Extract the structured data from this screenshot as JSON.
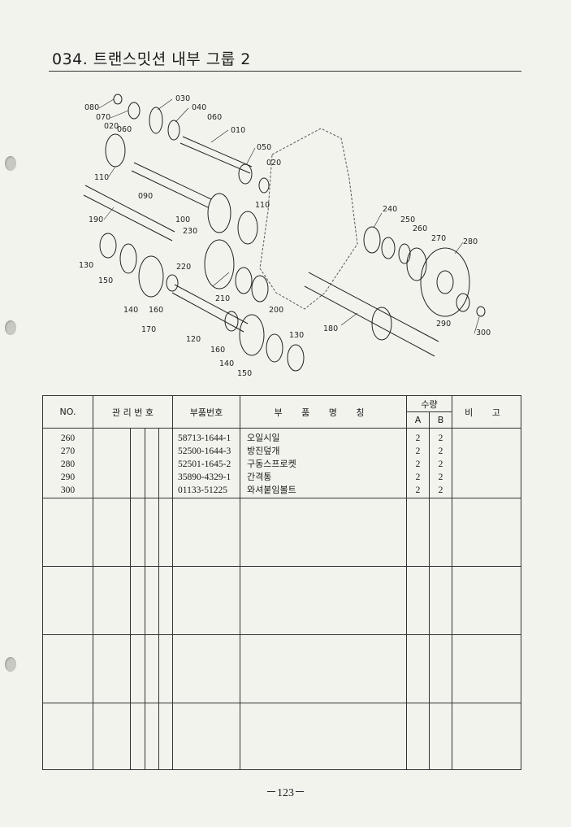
{
  "header": {
    "title": "034. 트랜스밋션 내부 그룹 2"
  },
  "diagram": {
    "callouts": [
      "080",
      "070",
      "020",
      "060",
      "030",
      "040",
      "060",
      "010",
      "050",
      "020",
      "110",
      "090",
      "110",
      "190",
      "100",
      "230",
      "220",
      "130",
      "150",
      "210",
      "200",
      "140",
      "160",
      "170",
      "120",
      "160",
      "140",
      "150",
      "130",
      "180",
      "240",
      "250",
      "260",
      "270",
      "280",
      "290",
      "300"
    ]
  },
  "table": {
    "headers": {
      "no": "NO.",
      "mgmt": "관 리 번 호",
      "part_no": "부품번호",
      "part_name": "부 품 명 칭",
      "qty": "수량",
      "qty_a": "A",
      "qty_b": "B",
      "remarks": "비 고"
    },
    "rows": [
      {
        "no": "260",
        "part_no": "58713-1644-1",
        "name": "오일시일",
        "a": "2",
        "b": "2"
      },
      {
        "no": "270",
        "part_no": "52500-1644-3",
        "name": "방진덮개",
        "a": "2",
        "b": "2"
      },
      {
        "no": "280",
        "part_no": "52501-1645-2",
        "name": "구동스프로켓",
        "a": "2",
        "b": "2"
      },
      {
        "no": "290",
        "part_no": "35890-4329-1",
        "name": "간격통",
        "a": "2",
        "b": "2"
      },
      {
        "no": "300",
        "part_no": "01133-51225",
        "name": "와셔붙임볼트",
        "a": "2",
        "b": "2"
      }
    ]
  },
  "footer": {
    "page_number": "－123－"
  }
}
